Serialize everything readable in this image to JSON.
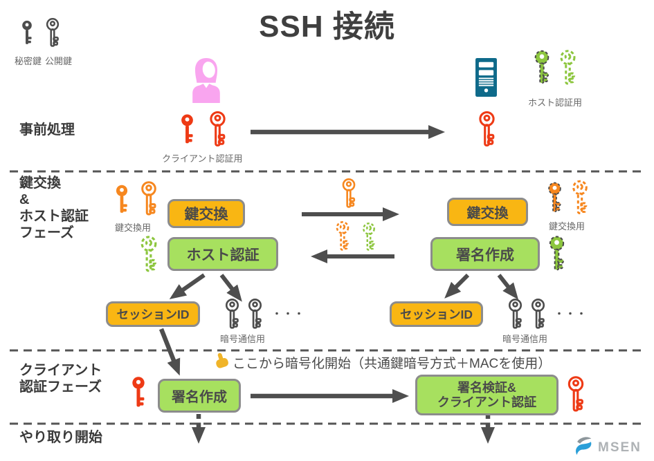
{
  "title": "SSH 接続",
  "legend": {
    "private": "秘密鍵",
    "public": "公開鍵"
  },
  "phase_pre": {
    "label": "事前処理",
    "client_keys_label": "クライアント認証用",
    "host_keys_label": "ホスト認証用"
  },
  "phase_kex": {
    "label_lines": [
      "鍵交換",
      "&",
      "ホスト認証",
      "フェーズ"
    ],
    "client": {
      "kex_keys_label": "鍵交換用",
      "kex_box": "鍵交換",
      "hostauth_box": "ホスト認証",
      "session_box": "セッションID",
      "cipher_keys_label": "暗号通信用",
      "ellipsis": "・・・"
    },
    "server": {
      "kex_box": "鍵交換",
      "kex_keys_label": "鍵交換用",
      "sign_box": "署名作成",
      "session_box": "セッションID",
      "cipher_keys_label": "暗号通信用",
      "ellipsis": "・・・"
    }
  },
  "phase_client_auth": {
    "label_lines": [
      "クライアント",
      "認証フェーズ"
    ],
    "encryption_note": "ここから暗号化開始（共通鍵暗号方式＋MACを使用）",
    "sign_box": "署名作成",
    "verify_box_lines": [
      "署名検証&",
      "クライアント認証"
    ]
  },
  "phase_start": {
    "label": "やり取り開始"
  },
  "logo": {
    "text": "MSEN"
  },
  "colors": {
    "ink": "#4a4a4a",
    "arrow": "#4e4e4e",
    "separator": "#555555",
    "orange_box": "#f9b613",
    "green_box": "#a7e05f",
    "box_border": "#8c8c8c",
    "orange_key": "#f6871f",
    "red_key": "#ee3a15",
    "green_key": "#8dc63f",
    "dark_key": "#4d4d4d",
    "person_pink": "#f9a5ef",
    "server_teal": "#0e6a8a",
    "label_gray": "#666666",
    "hand_yellow": "#f0b429",
    "logo_blue": "#2b9fd8",
    "logo_gray": "#aeb2b5"
  }
}
